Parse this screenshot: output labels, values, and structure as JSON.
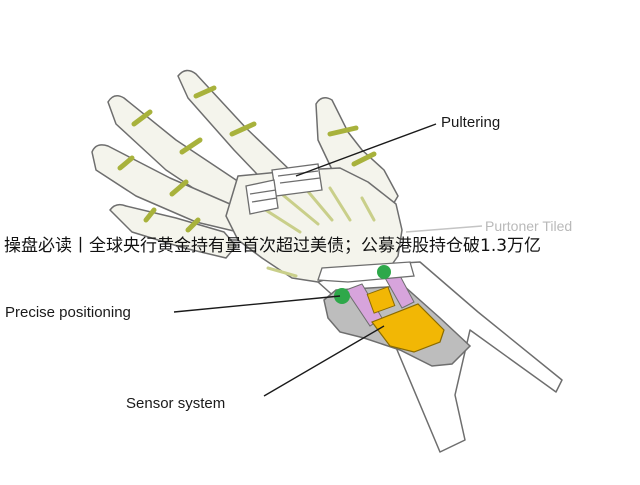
{
  "labels": {
    "pultering": "Pultering",
    "ghost": "Purtoner Tiled",
    "precise": "Precise positioning",
    "sensor": "Sensor system"
  },
  "headline": "操盘必读丨全球央行黄金持有量首次超过美债；公募港股持仓破1.3万亿",
  "colors": {
    "outline": "#6e6e6e",
    "hand_fill": "#f4f4ec",
    "band": "#a8b23c",
    "device_gray": "#bdbdbd",
    "sensor_yellow": "#f2b705",
    "servo_pink": "#d7a4dc",
    "joint_green": "#2ea84a"
  }
}
